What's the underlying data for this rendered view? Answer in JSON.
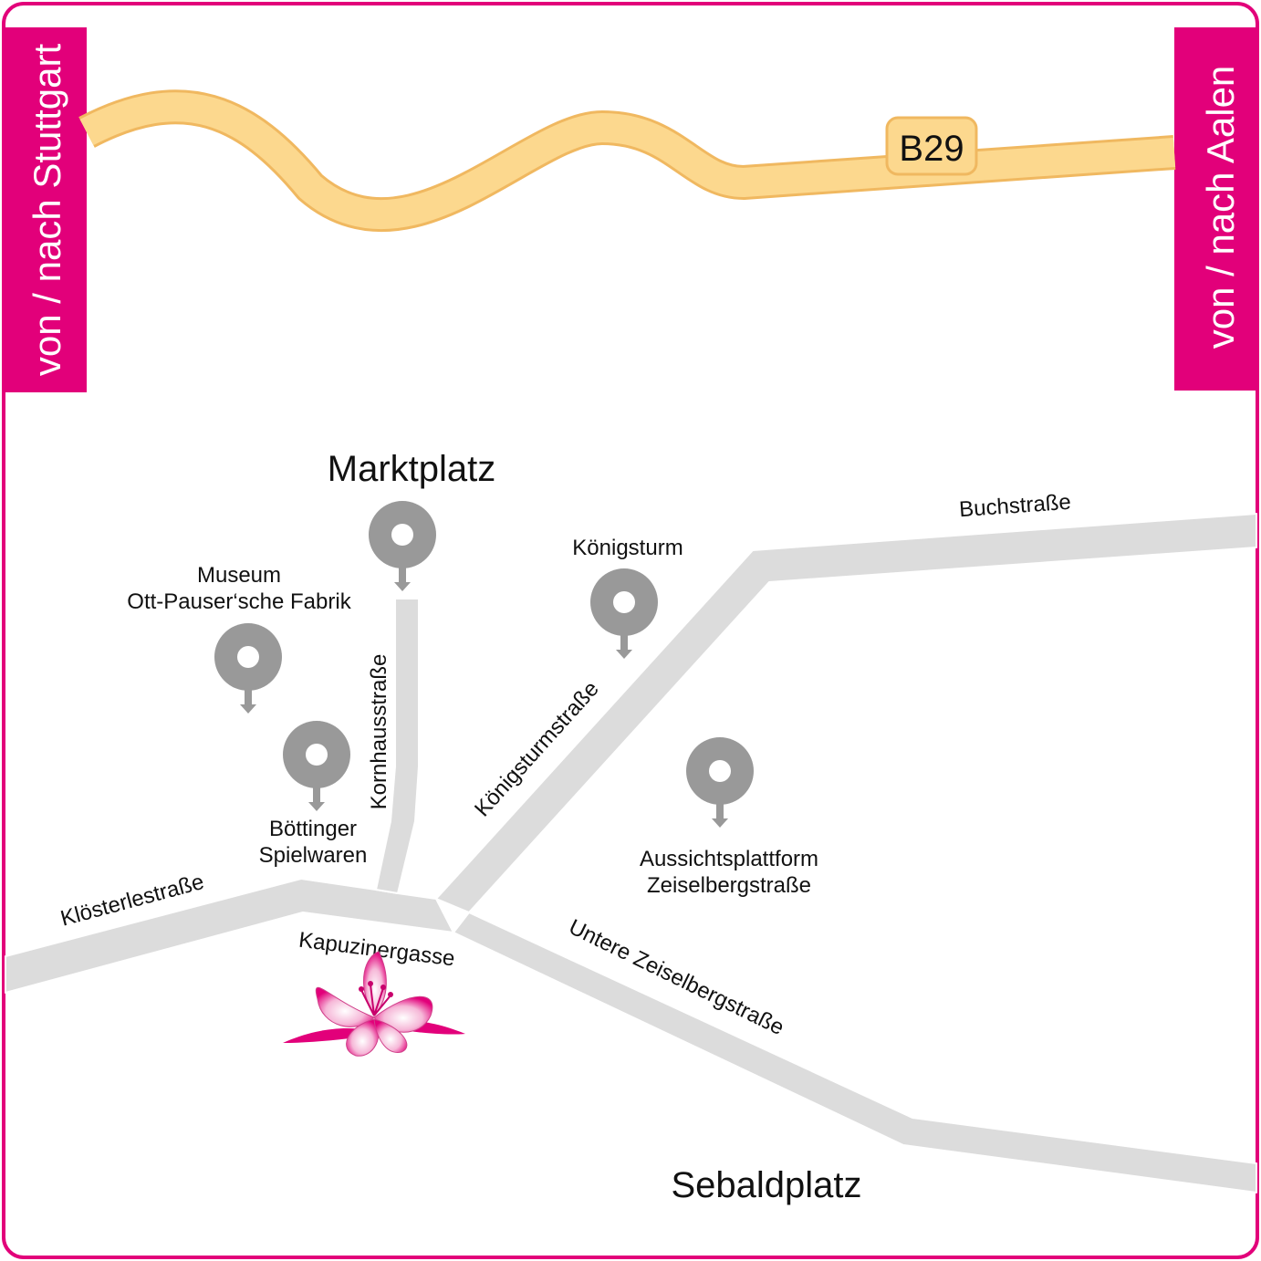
{
  "colors": {
    "accent": "#e2007a",
    "road_fill": "#dcdcdc",
    "road_edge": "#ffffff",
    "highway_fill": "#fcd88e",
    "highway_edge": "#f0b860",
    "marker": "#999999"
  },
  "highway": {
    "badge": "B29"
  },
  "directions": {
    "left": "von / nach Stuttgart",
    "right": "von / nach Aalen"
  },
  "places": {
    "marktplatz": "Marktplatz",
    "sebaldplatz": "Sebaldplatz"
  },
  "pois": {
    "museum_line1": "Museum",
    "museum_line2": "Ott-Pauser‘sche Fabrik",
    "koenigsturm": "Königsturm",
    "boettinger_line1": "Böttinger",
    "boettinger_line2": "Spielwaren",
    "aussicht_line1": "Aussichtsplattform",
    "aussicht_line2": "Zeiselbergstraße"
  },
  "streets": {
    "buchstrasse": "Buchstraße",
    "kornhausstrasse": "Kornhausstraße",
    "koenigsturmstrasse": "Königsturmstraße",
    "kloesterlestrasse": "Klösterlestraße",
    "kapuzinergasse": "Kapuzinergasse",
    "untere_zeiselbergstrasse": "Untere Zeiselbergstraße"
  },
  "icons": {
    "poi_marker": "map-pin-icon",
    "destination": "lily-flower-icon"
  }
}
